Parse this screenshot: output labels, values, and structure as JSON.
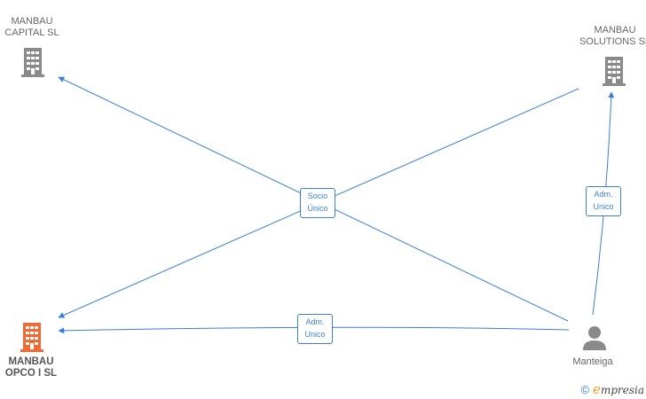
{
  "nodes": {
    "capital": {
      "line1": "MANBAU",
      "line2": "CAPITAL  SL"
    },
    "solutions": {
      "line1": "MANBAU",
      "line2": "SOLUTIONS  SL"
    },
    "opco": {
      "line1": "MANBAU",
      "line2": "OPCO I  SL"
    },
    "person": {
      "line1": "Manteiga"
    }
  },
  "edge_labels": {
    "socio_unico": {
      "line1": "Socio",
      "line2": "Único"
    },
    "adm_unico_right": {
      "line1": "Adm.",
      "line2": "Unico"
    },
    "adm_unico_bottom": {
      "line1": "Adm.",
      "line2": "Unico"
    }
  },
  "colors": {
    "edge": "#3c7fd6",
    "building_gray": "#8a8a8a",
    "building_highlight": "#f06a35",
    "person_gray": "#8a8a8a"
  },
  "footer": {
    "copyright_symbol": "©",
    "brand_initial": "e",
    "brand_rest": "mpresia"
  }
}
